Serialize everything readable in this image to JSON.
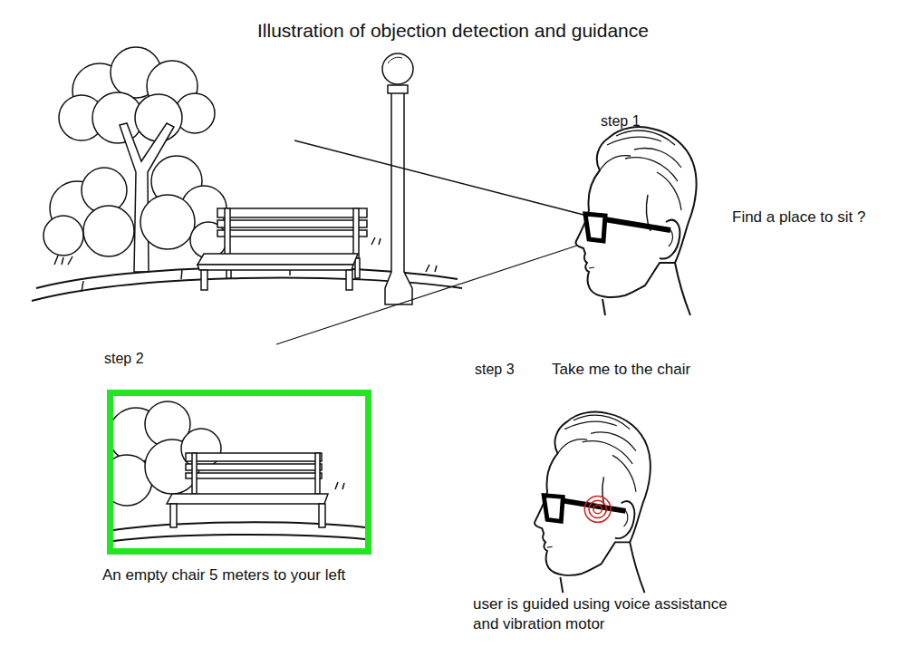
{
  "diagram": {
    "title": "Illustration of objection detection and guidance",
    "nodes": [
      {
        "text": [
          "An empty chair 5 meters to your left"
        ]
      }
    ],
    "labels": [
      "step 1",
      "Find a place to sit ?",
      "step 2",
      "step 3",
      "Take me to the chair",
      "user is guided using voice assistance and vibration motor"
    ]
  }
}
